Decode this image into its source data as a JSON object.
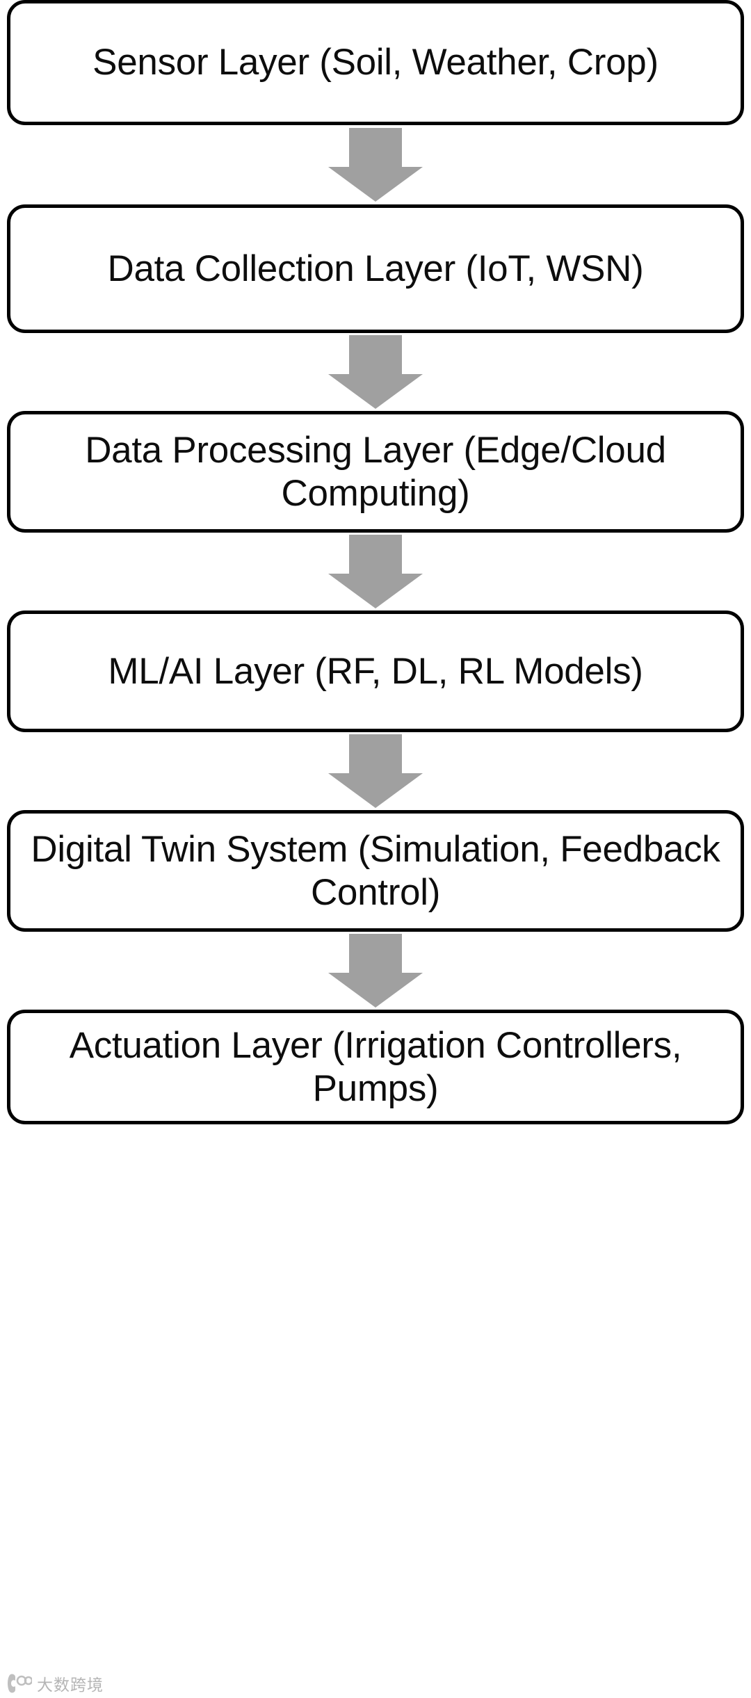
{
  "diagram": {
    "type": "flowchart",
    "orientation": "vertical-top-to-bottom",
    "node_shape": "rounded-rectangle",
    "connector_style": "gray-block-arrow",
    "colors": {
      "node_border": "#000000",
      "node_fill": "#FFFFFF",
      "text": "#0D0D0D",
      "arrow_fill": "#A0A0A0",
      "background": "#FFFFFF"
    },
    "nodes": [
      {
        "id": "sensor-layer",
        "label": "Sensor Layer (Soil, Weather, Crop)"
      },
      {
        "id": "data-collection-layer",
        "label": "Data Collection Layer (IoT, WSN)"
      },
      {
        "id": "data-processing-layer",
        "label": "Data Processing Layer (Edge/Cloud Computing)"
      },
      {
        "id": "ml-ai-layer",
        "label": "ML/AI Layer (RF, DL, RL Models)"
      },
      {
        "id": "digital-twin-system",
        "label": "Digital Twin System (Simulation, Feedback Control)"
      },
      {
        "id": "actuation-layer",
        "label": "Actuation Layer (Irrigation Controllers, Pumps)"
      }
    ],
    "connectors": [
      {
        "from": "sensor-layer",
        "to": "data-collection-layer",
        "icon": "down-arrow-icon"
      },
      {
        "from": "data-collection-layer",
        "to": "data-processing-layer",
        "icon": "down-arrow-icon"
      },
      {
        "from": "data-processing-layer",
        "to": "ml-ai-layer",
        "icon": "down-arrow-icon"
      },
      {
        "from": "ml-ai-layer",
        "to": "digital-twin-system",
        "icon": "down-arrow-icon"
      },
      {
        "from": "digital-twin-system",
        "to": "actuation-layer",
        "icon": "down-arrow-icon"
      }
    ]
  },
  "watermark": {
    "text": "大数跨境",
    "icon": "watermark-logo-icon"
  }
}
